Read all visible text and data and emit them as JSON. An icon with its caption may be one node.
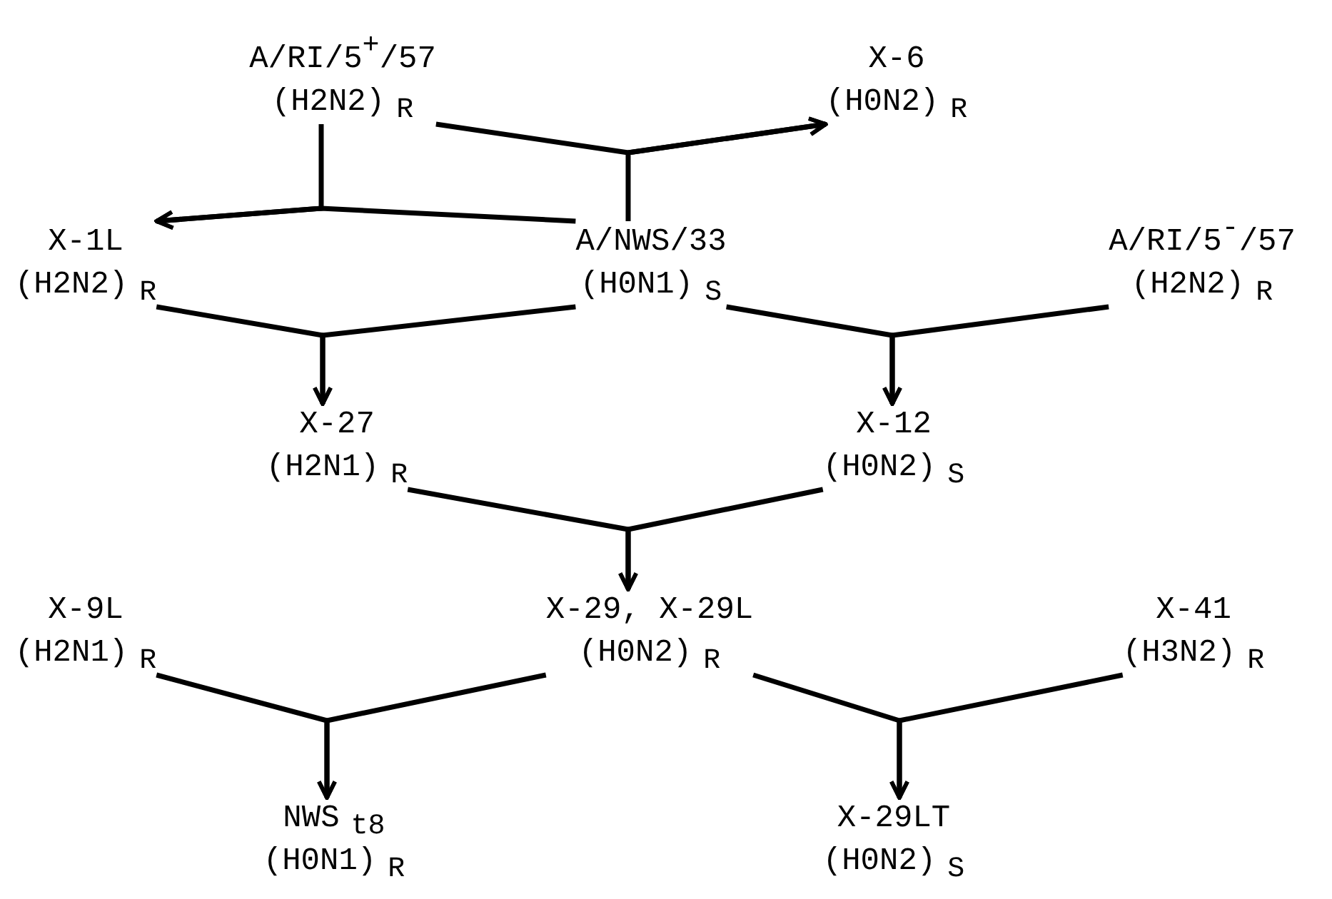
{
  "diagram": {
    "nodes": [
      {
        "text": [
          "A/RI/5$^{+}$/57",
          "(H2N2)$_{R}$"
        ]
      },
      {
        "text": [
          "X-6",
          "(H0N2)$_{R}$"
        ]
      },
      {
        "text": [
          "X-1L",
          "(H2N2)$_{R}$"
        ]
      },
      {
        "text": [
          "A/NWS/33",
          "(H0N1)$_{S}$"
        ]
      },
      {
        "text": [
          "A/RI/5$^{-}$/57",
          "(H2N2)$_{R}$"
        ]
      },
      {
        "text": [
          "X-27",
          "(H2N1)$_{R}$"
        ]
      },
      {
        "text": [
          "X-12",
          "(H0N2)$_{S}$"
        ]
      },
      {
        "text": [
          "X-9L",
          "(H2N1)$_{R}$"
        ]
      },
      {
        "text": [
          "X-29, X-29L",
          "(H0N2)$_{R}$"
        ]
      },
      {
        "text": [
          "X-41",
          "(H3N2)$_{R}$"
        ]
      },
      {
        "text": [
          "NWS$_{t8}$",
          "(H0N1)$_{R}$"
        ]
      },
      {
        "text": [
          "X-29LT",
          "(H0N2)$_{S}$"
        ]
      }
    ],
    "edges": [
      {
        "from": 0,
        "to": 2,
        "arrow": "to"
      },
      {
        "from": 3,
        "to": 2,
        "arrow": "to"
      },
      {
        "from": 0,
        "to": 1,
        "arrow": "to"
      },
      {
        "from": 3,
        "to": 1,
        "arrow": "to"
      },
      {
        "from": 2,
        "to": 5,
        "arrow": "to"
      },
      {
        "from": 3,
        "to": 5,
        "arrow": "to"
      },
      {
        "from": 3,
        "to": 6,
        "arrow": "to"
      },
      {
        "from": 4,
        "to": 6,
        "arrow": "to"
      },
      {
        "from": 5,
        "to": 8,
        "arrow": "to"
      },
      {
        "from": 6,
        "to": 8,
        "arrow": "to"
      },
      {
        "from": 7,
        "to": 10,
        "arrow": "to"
      },
      {
        "from": 8,
        "to": 10,
        "arrow": "to"
      },
      {
        "from": 8,
        "to": 11,
        "arrow": "to"
      },
      {
        "from": 9,
        "to": 11,
        "arrow": "to"
      }
    ]
  }
}
